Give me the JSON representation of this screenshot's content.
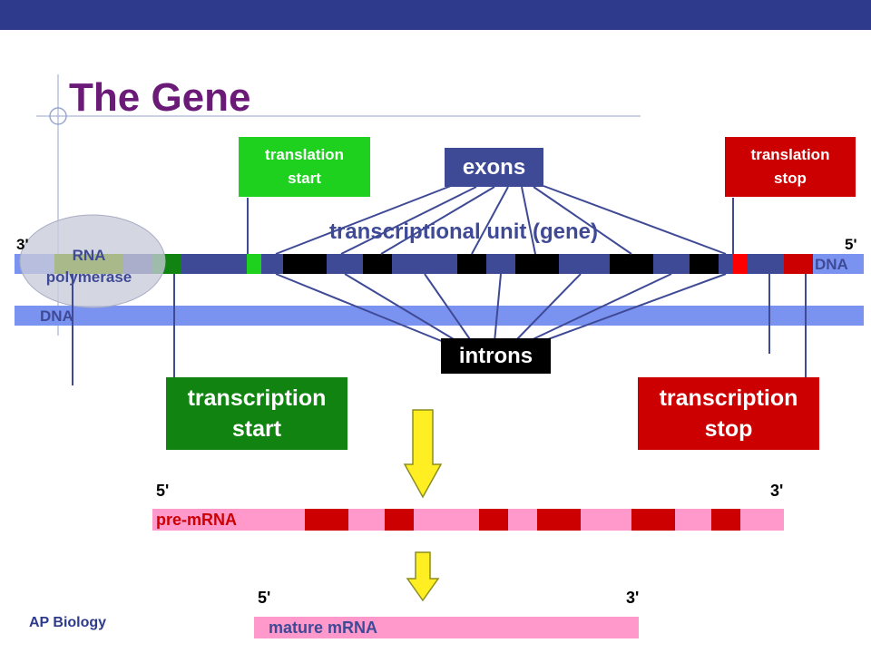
{
  "title": "The Gene",
  "footer": "AP Biology",
  "colors": {
    "header_bar": "#2e3a8c",
    "title": "#6b1a78",
    "dna_strand": "#7b93f0",
    "coding_strand": "#3f4a96",
    "exon_dna": "#000000",
    "translation_start": "#1fd11f",
    "transcription_start": "#118311",
    "translation_stop": "#ff0000",
    "transcription_stop": "#cc0000",
    "mrna": "#ff99cc",
    "mrna_exon": "#cc0000",
    "arrow": "#ffee22"
  },
  "labels": {
    "translation_start": [
      "translation",
      "start"
    ],
    "translation_stop": [
      "translation",
      "stop"
    ],
    "exons": "exons",
    "introns": "introns",
    "transcriptional_unit": "transcriptional unit (gene)",
    "transcription_start": [
      "transcription",
      "start"
    ],
    "transcription_stop": [
      "transcription",
      "stop"
    ],
    "rna_polymerase": [
      "RNA",
      "polymerase"
    ],
    "dna_top": "DNA",
    "dna_bottom": "DNA",
    "three_prime_left": "3'",
    "five_prime_right": "5'",
    "pre_mrna": "pre-mRNA",
    "pre_mrna_5": "5'",
    "pre_mrna_3": "3'",
    "mature_mrna": "mature mRNA",
    "mature_5": "5'",
    "mature_3": "3'"
  },
  "icons": [
    "guide-crosshair-icon",
    "down-arrow-icon"
  ]
}
